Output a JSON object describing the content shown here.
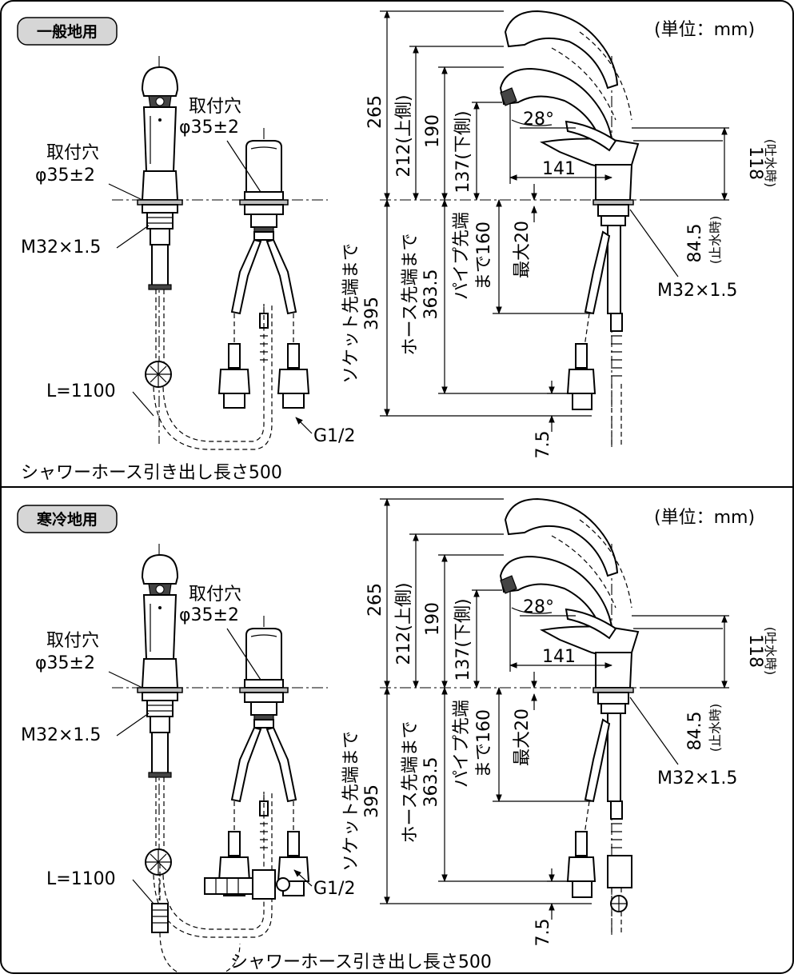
{
  "panels": [
    {
      "tag": "一般地用",
      "unit": "(単位：mm)",
      "left": {
        "hole_left": [
          "取付穴",
          "φ35±2"
        ],
        "hole_right": [
          "取付穴",
          "φ35±2"
        ],
        "thread": "M32×1.5",
        "hose_length": "L=1100",
        "pipe_thread": "G1/2",
        "caption": "シャワーホース引き出し長さ500"
      },
      "right": {
        "d265": "265",
        "d212": "212(上側)",
        "d190": "190",
        "d137": "137(下側)",
        "angle": "28°",
        "d141": "141",
        "d118": "118",
        "d118_sub": "(吐水時)",
        "d845": "84.5",
        "d845_sub": "(止水時)",
        "thread": "M32×1.5",
        "d395": "395",
        "d395_label": "ソケット先端まで",
        "d3635": "363.5",
        "d3635_label": "ホース先端まで",
        "d160_a": "パイプ先端",
        "d160_b": "まで160",
        "d20": "最大20",
        "d75": "7.5"
      }
    },
    {
      "tag": "寒冷地用",
      "unit": "(単位：mm)",
      "left": {
        "hole_left": [
          "取付穴",
          "φ35±2"
        ],
        "hole_right": [
          "取付穴",
          "φ35±2"
        ],
        "thread": "M32×1.5",
        "hose_length": "L=1100",
        "pipe_thread": "G1/2",
        "caption": "シャワーホース引き出し長さ500"
      },
      "right": {
        "d265": "265",
        "d212": "212(上側)",
        "d190": "190",
        "d137": "137(下側)",
        "angle": "28°",
        "d141": "141",
        "d118": "118",
        "d118_sub": "(吐水時)",
        "d845": "84.5",
        "d845_sub": "(止水時)",
        "thread": "M32×1.5",
        "d395": "395",
        "d395_label": "ソケット先端まで",
        "d3635": "363.5",
        "d3635_label": "ホース先端まで",
        "d160_a": "パイプ先端",
        "d160_b": "まで160",
        "d20": "最大20",
        "d75": "7.5"
      }
    }
  ]
}
